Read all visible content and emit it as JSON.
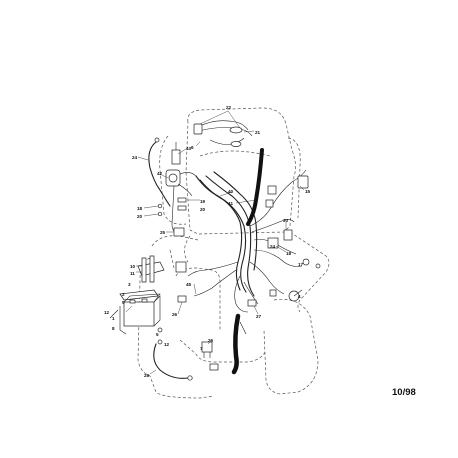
{
  "document": {
    "date_code": "10/98",
    "callouts": [
      "22",
      "21",
      "6",
      "24",
      "43",
      "42",
      "18",
      "20",
      "19",
      "20",
      "40",
      "15",
      "41",
      "30",
      "25",
      "10",
      "11",
      "2",
      "9",
      "1",
      "8",
      "12",
      "45",
      "26",
      "5",
      "12",
      "17",
      "18",
      "24",
      "26",
      "28",
      "27",
      "3",
      "4",
      "7"
    ]
  },
  "colors": {
    "ink": "#222222",
    "outline": "#555555",
    "paper": "#ffffff"
  }
}
